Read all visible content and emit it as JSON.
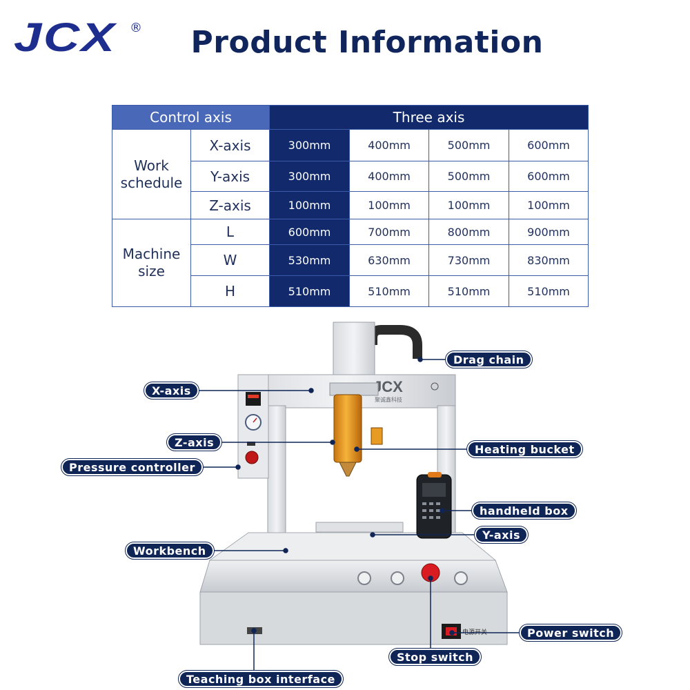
{
  "brand": {
    "logo": "JCX",
    "registered": "®"
  },
  "title": "Product Information",
  "table": {
    "header_left": "Control axis",
    "header_right": "Three axis",
    "groups": [
      {
        "label_line1": "Work",
        "label_line2": "schedule",
        "rows": [
          {
            "axis": "X-axis",
            "values": [
              "300mm",
              "400mm",
              "500mm",
              "600mm"
            ]
          },
          {
            "axis": "Y-axis",
            "values": [
              "300mm",
              "400mm",
              "500mm",
              "600mm"
            ]
          },
          {
            "axis": "Z-axis",
            "values": [
              "100mm",
              "100mm",
              "100mm",
              "100mm"
            ]
          }
        ]
      },
      {
        "label_line1": "Machine",
        "label_line2": "size",
        "rows": [
          {
            "axis": "L",
            "values": [
              "600mm",
              "700mm",
              "800mm",
              "900mm"
            ]
          },
          {
            "axis": "W",
            "values": [
              "530mm",
              "630mm",
              "730mm",
              "830mm"
            ]
          },
          {
            "axis": "H",
            "values": [
              "510mm",
              "510mm",
              "510mm",
              "510mm"
            ]
          }
        ]
      }
    ]
  },
  "machine": {
    "logo": "JCX",
    "logo_sub": "聚诚鑫科技",
    "switch_text": "电源开关"
  },
  "callouts": {
    "drag_chain": "Drag chain",
    "x_axis": "X-axis",
    "z_axis": "Z-axis",
    "heating_bucket": "Heating bucket",
    "pressure_controller": "Pressure controller",
    "handheld_box": "handheld box",
    "y_axis": "Y-axis",
    "workbench": "Workbench",
    "power_switch": "Power switch",
    "stop_switch": "Stop switch",
    "teaching_box_interface": "Teaching box interface"
  },
  "colors": {
    "navy": "#122a6b",
    "table_header_light": "#4a68b8",
    "brand_blue": "#1d2e8e",
    "callout_bg": "#0f2556"
  }
}
